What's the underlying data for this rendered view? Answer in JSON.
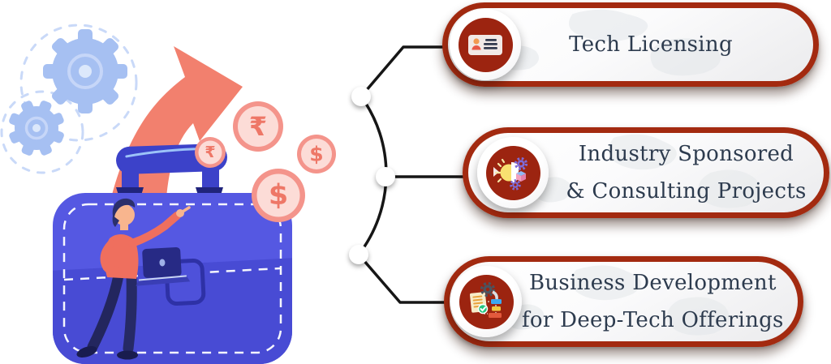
{
  "colors": {
    "accent_red": "#a32a10",
    "icon_circle_red": "#9c2410",
    "text_dark": "#2d3b4e",
    "connector_black": "#161616",
    "arrow_coral": "#f2806e",
    "briefcase_blue": "#5558e2",
    "briefcase_flap_blue": "#484bd4",
    "gear_light_blue": "#a6c0f2",
    "coin_ring": "#f4948b",
    "coin_fill": "#fcdcd7",
    "coin_symbol": "#ee7767"
  },
  "illustration": {
    "name": "business-growth-briefcase-illustration",
    "coins": [
      {
        "symbol": "₹",
        "size": "small"
      },
      {
        "symbol": "₹",
        "size": "large"
      },
      {
        "symbol": "$",
        "size": "small"
      },
      {
        "symbol": "$",
        "size": "large"
      }
    ]
  },
  "cards": [
    {
      "icon": "id-card-icon",
      "title_lines": [
        "Tech Licensing"
      ]
    },
    {
      "icon": "idea-gears-icon",
      "title_lines": [
        "Industry Sponsored",
        "& Consulting Projects"
      ]
    },
    {
      "icon": "process-docs-icon",
      "title_lines": [
        "Business Development",
        "for Deep-Tech Offerings"
      ]
    }
  ]
}
